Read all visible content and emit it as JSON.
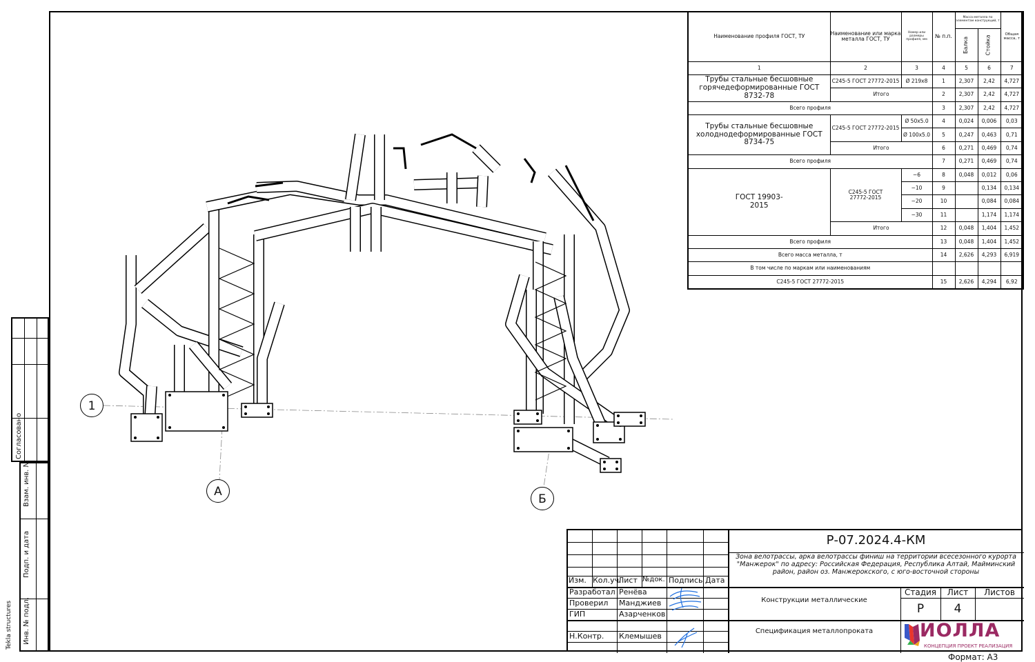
{
  "spec_table": {
    "headers": {
      "col1": "Наименование профиля ГОСТ, ТУ",
      "col2": "Наименование или марка металла ГОСТ, ТУ",
      "col3": "Номер или размеры профиля, мм",
      "col4": "№ п.п.",
      "mass_group": "Масса металла по элементам конструкций, т",
      "col5": "Балка",
      "col6": "Стойка",
      "col7": "Общая масса, т"
    },
    "col_numbers": [
      "1",
      "2",
      "3",
      "4",
      "5",
      "6",
      "7"
    ],
    "groups": [
      {
        "name": "Трубы стальные бесшовные горячедеформированные ГОСТ 8732-78",
        "metal": "С245-5 ГОСТ 27772-2015",
        "rows": [
          {
            "profile": "Ø 219x8",
            "n": "1",
            "beam": "2,307",
            "column": "2,42",
            "total": "4,727"
          }
        ],
        "subtotal": {
          "label": "Итого",
          "n": "2",
          "beam": "2,307",
          "column": "2,42",
          "total": "4,727"
        },
        "grand": {
          "label": "Всего профиля",
          "n": "3",
          "beam": "2,307",
          "column": "2,42",
          "total": "4,727"
        }
      },
      {
        "name": "Трубы стальные бесшовные холоднодеформированные ГОСТ 8734-75",
        "metal": "С245-5 ГОСТ 27772-2015",
        "rows": [
          {
            "profile": "Ø 50x5.0",
            "n": "4",
            "beam": "0,024",
            "column": "0,006",
            "total": "0,03"
          },
          {
            "profile": "Ø 100x5.0",
            "n": "5",
            "beam": "0,247",
            "column": "0,463",
            "total": "0,71"
          }
        ],
        "subtotal": {
          "label": "Итого",
          "n": "6",
          "beam": "0,271",
          "column": "0,469",
          "total": "0,74"
        },
        "grand": {
          "label": "Всего профиля",
          "n": "7",
          "beam": "0,271",
          "column": "0,469",
          "total": "0,74"
        }
      },
      {
        "name": "ГОСТ 19903-2015",
        "metal": "С245-5 ГОСТ 27772-2015",
        "rows": [
          {
            "profile": "−6",
            "n": "8",
            "beam": "0,048",
            "column": "0,012",
            "total": "0,06"
          },
          {
            "profile": "−10",
            "n": "9",
            "beam": "",
            "column": "0,134",
            "total": "0,134"
          },
          {
            "profile": "−20",
            "n": "10",
            "beam": "",
            "column": "0,084",
            "total": "0,084"
          },
          {
            "profile": "−30",
            "n": "11",
            "beam": "",
            "column": "1,174",
            "total": "1,174"
          }
        ],
        "subtotal": {
          "label": "Итого",
          "n": "12",
          "beam": "0,048",
          "column": "1,404",
          "total": "1,452"
        },
        "grand": {
          "label": "Всего профиля",
          "n": "13",
          "beam": "0,048",
          "column": "1,404",
          "total": "1,452"
        }
      }
    ],
    "total_mass": {
      "label": "Всего масса металла, т",
      "n": "14",
      "beam": "2,626",
      "column": "4,293",
      "total": "6,919"
    },
    "by_grade_label": "В том числе по маркам или наименованиям",
    "by_grade": {
      "label": "С245-5 ГОСТ 27772-2015",
      "n": "15",
      "beam": "2,626",
      "column": "4,294",
      "total": "6,92"
    }
  },
  "drawing": {
    "axes": [
      "1",
      "А",
      "Б"
    ]
  },
  "title_block": {
    "code": "Р-07.2024.4-КМ",
    "description": "Зона велотрассы, арка велотрассы финиш на территории всесезонного курорта \"Манжерок\" по адресу: Российская Федерация, Республика Алтай, Майминский район, район оз. Манжерокского, с юго-восточной стороны",
    "col_headers": [
      "Изм.",
      "Кол.уч.",
      "Лист",
      "№док.",
      "Подпись",
      "Дата"
    ],
    "people": [
      {
        "role": "Разработал",
        "name": "Ренёва"
      },
      {
        "role": "Проверил",
        "name": "Манджиев"
      },
      {
        "role": "ГИП",
        "name": "Азарченков"
      },
      {
        "role": "Н.Контр.",
        "name": "Клемышев"
      }
    ],
    "section": "Конструкции металлические",
    "sheet_title": "Спецификация металлопроката",
    "stage_label": "Стадия",
    "sheet_label": "Лист",
    "sheets_label": "Листов",
    "stage": "Р",
    "sheet": "4",
    "sheets": "",
    "logo_text": "ИОЛЛА",
    "logo_tagline": "КОНЦЕПЦИЯ ПРОЕКТ РЕАЛИЗАЦИЯ",
    "logo_color": "#9b2a63",
    "signature_color": "#1f6fe0",
    "format": "Формат: А3"
  },
  "side_strip": {
    "agreed": "Согласовано",
    "replace_inv": "Взам. инв. №",
    "sign_date": "Подп. и дата",
    "inv_orig": "Инв. № подл."
  },
  "software_label": "Tekla structures"
}
